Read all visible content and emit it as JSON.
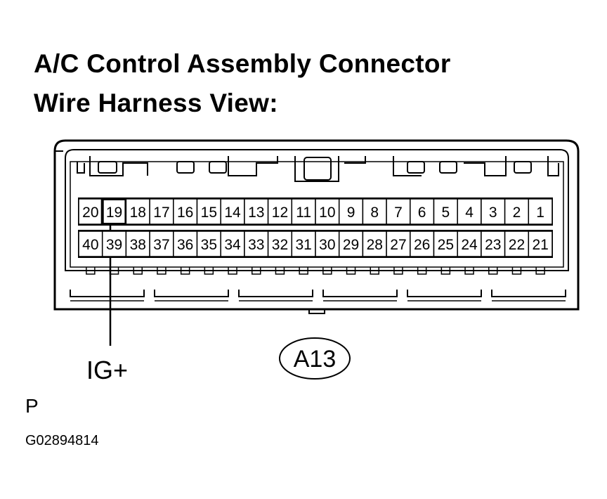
{
  "title": {
    "line1": "A/C Control Assembly Connector",
    "line2": "Wire Harness View:"
  },
  "connector": {
    "code": "A13",
    "top_row": [
      "20",
      "19",
      "18",
      "17",
      "16",
      "15",
      "14",
      "13",
      "12",
      "11",
      "10",
      "9",
      "8",
      "7",
      "6",
      "5",
      "4",
      "3",
      "2",
      "1"
    ],
    "bottom_row": [
      "40",
      "39",
      "38",
      "37",
      "36",
      "35",
      "34",
      "33",
      "32",
      "31",
      "30",
      "29",
      "28",
      "27",
      "26",
      "25",
      "24",
      "23",
      "22",
      "21"
    ],
    "highlighted_pin": "19"
  },
  "signal_label": "IG+",
  "page_letter": "P",
  "figure_code": "G02894814"
}
